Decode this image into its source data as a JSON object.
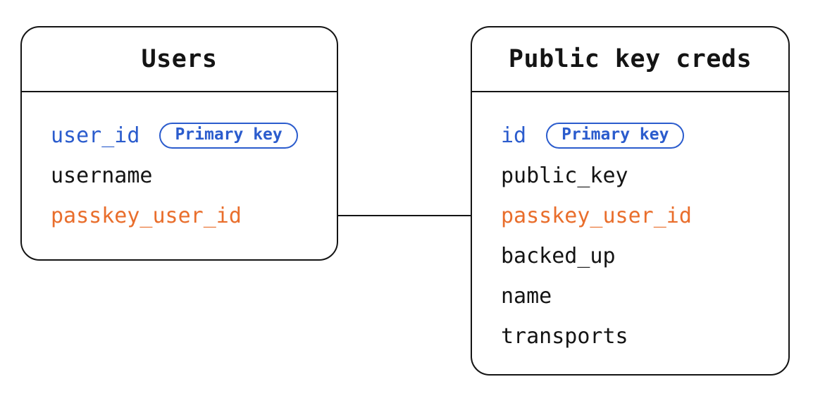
{
  "colors": {
    "accent_blue": "#2b5ccd",
    "accent_orange": "#e96e2c",
    "line_black": "#141414",
    "background": "#ffffff"
  },
  "tables": [
    {
      "title": "Users",
      "fields": [
        {
          "name": "user_id",
          "color": "blue",
          "badge": "Primary key"
        },
        {
          "name": "username",
          "color": "default"
        },
        {
          "name": "passkey_user_id",
          "color": "orange"
        }
      ]
    },
    {
      "title": "Public key creds",
      "fields": [
        {
          "name": "id",
          "color": "blue",
          "badge": "Primary key"
        },
        {
          "name": "public_key",
          "color": "default"
        },
        {
          "name": "passkey_user_id",
          "color": "orange"
        },
        {
          "name": "backed_up",
          "color": "default"
        },
        {
          "name": "name",
          "color": "default"
        },
        {
          "name": "transports",
          "color": "default"
        }
      ]
    }
  ],
  "relationship": {
    "from_table": "Users",
    "from_field": "passkey_user_id",
    "to_table": "Public key creds",
    "to_field": "passkey_user_id"
  }
}
